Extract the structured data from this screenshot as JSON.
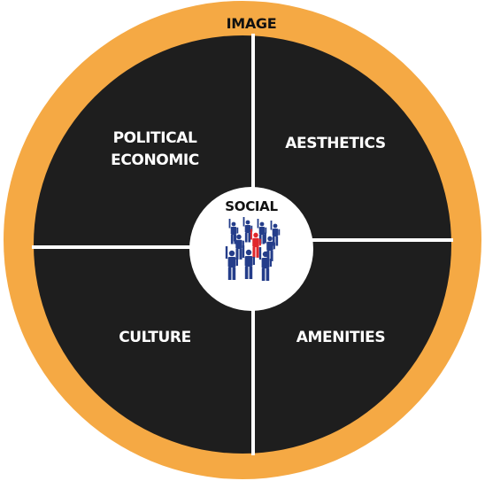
{
  "ring": {
    "label": "IMAGE"
  },
  "center": {
    "label": "SOCIAL",
    "icon": "crowd-icon"
  },
  "quadrants": {
    "top_left": {
      "lines": [
        "POLITICAL",
        "ECONOMIC"
      ]
    },
    "top_right": {
      "lines": [
        "AESTHETICS"
      ]
    },
    "bottom_left": {
      "lines": [
        "CULTURE"
      ]
    },
    "bottom_right": {
      "lines": [
        "AMENITIES"
      ]
    }
  },
  "colors": {
    "ring": "#F5A944",
    "quadrant_fill": "#1E1E1E",
    "divider": "#FFFFFF",
    "center_fill": "#FFFFFF",
    "figure_primary": "#243D8A",
    "figure_highlight": "#E0262B"
  }
}
